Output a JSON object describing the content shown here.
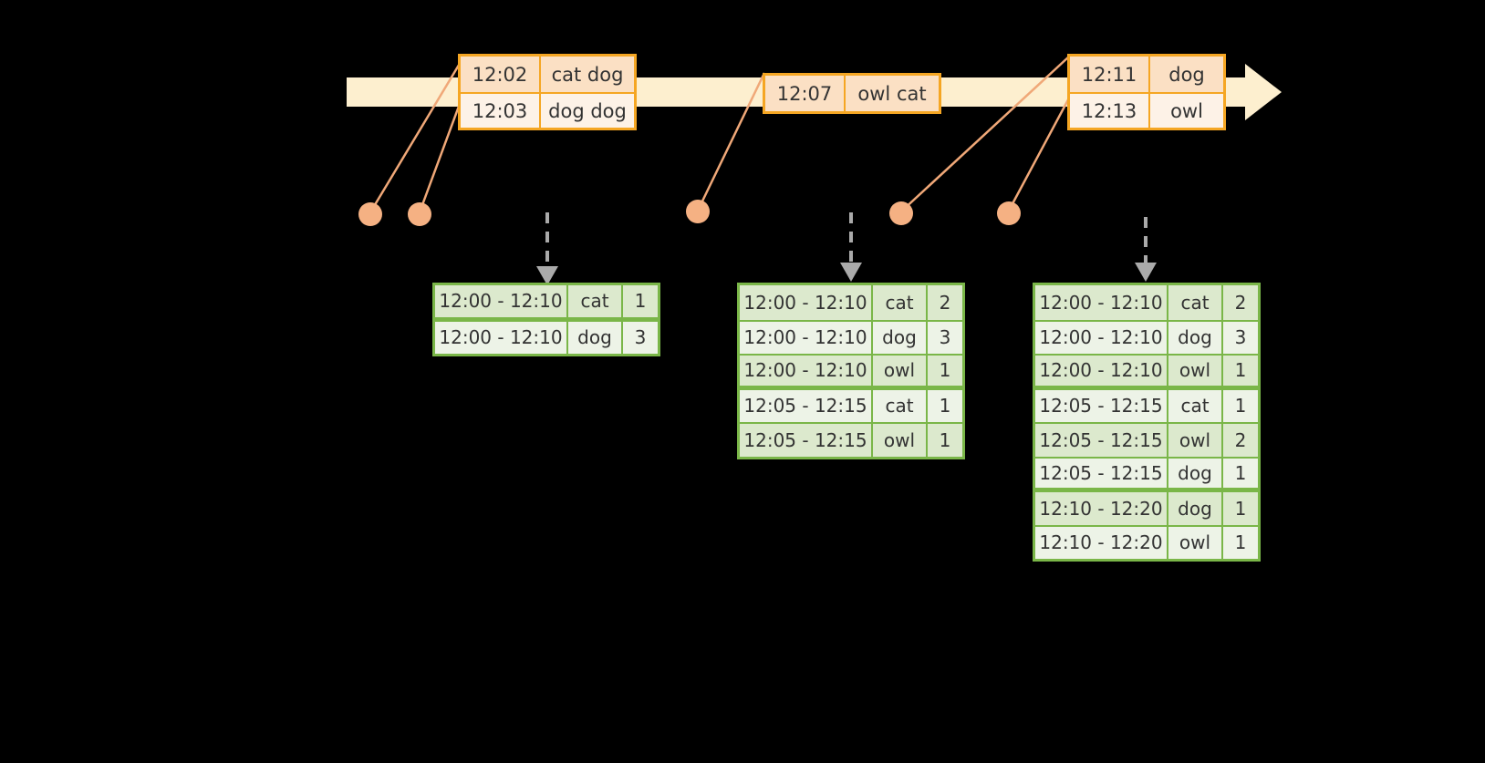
{
  "diagram": {
    "title": "Sliding window word count over an event timeline",
    "colors": {
      "background": "#000000",
      "timeline_fill": "#FDEFCF",
      "timeline_border": "#FDEFCF",
      "event_border": "#F5A623",
      "event_fill": "#FBE0C4",
      "event_fill_alt": "#FDF2E7",
      "table_border": "#7AB648",
      "table_fill": "#DCE9CD",
      "table_fill_alt": "#EDF3E7",
      "connector": "#F0A878",
      "dot": "#F5B183",
      "arrow": "#AAAAAA",
      "text": "#333333"
    }
  },
  "timeline": {
    "name": "event-time-axis",
    "arrow_direction": "right"
  },
  "event_boxes": [
    {
      "name": "event-box-1",
      "rows": [
        {
          "time": "12:02",
          "words": "cat dog"
        },
        {
          "time": "12:03",
          "words": "dog dog"
        }
      ]
    },
    {
      "name": "event-box-2",
      "rows": [
        {
          "time": "12:07",
          "words": "owl cat"
        }
      ]
    },
    {
      "name": "event-box-3",
      "rows": [
        {
          "time": "12:11",
          "words": "dog"
        },
        {
          "time": "12:13",
          "words": "owl"
        }
      ]
    }
  ],
  "result_tables": [
    {
      "name": "result-table-1",
      "rows": [
        {
          "window": "12:00 - 12:10",
          "word": "cat",
          "count": "1"
        },
        {
          "window": "12:00 - 12:10",
          "word": "dog",
          "count": "3"
        }
      ]
    },
    {
      "name": "result-table-2",
      "rows": [
        {
          "window": "12:00 - 12:10",
          "word": "cat",
          "count": "2"
        },
        {
          "window": "12:00 - 12:10",
          "word": "dog",
          "count": "3"
        },
        {
          "window": "12:00 - 12:10",
          "word": "owl",
          "count": "1"
        },
        {
          "window": "12:05 - 12:15",
          "word": "cat",
          "count": "1"
        },
        {
          "window": "12:05 - 12:15",
          "word": "owl",
          "count": "1"
        }
      ]
    },
    {
      "name": "result-table-3",
      "rows": [
        {
          "window": "12:00 - 12:10",
          "word": "cat",
          "count": "2"
        },
        {
          "window": "12:00 - 12:10",
          "word": "dog",
          "count": "3"
        },
        {
          "window": "12:00 - 12:10",
          "word": "owl",
          "count": "1"
        },
        {
          "window": "12:05 - 12:15",
          "word": "cat",
          "count": "1"
        },
        {
          "window": "12:05 - 12:15",
          "word": "owl",
          "count": "2"
        },
        {
          "window": "12:05 - 12:15",
          "word": "dog",
          "count": "1"
        },
        {
          "window": "12:10 - 12:20",
          "word": "dog",
          "count": "1"
        },
        {
          "window": "12:10 - 12:20",
          "word": "owl",
          "count": "1"
        }
      ]
    }
  ],
  "markers": [
    {
      "name": "marker-dot-1"
    },
    {
      "name": "marker-dot-2"
    },
    {
      "name": "marker-dot-3"
    },
    {
      "name": "marker-dot-4"
    },
    {
      "name": "marker-dot-5"
    }
  ]
}
